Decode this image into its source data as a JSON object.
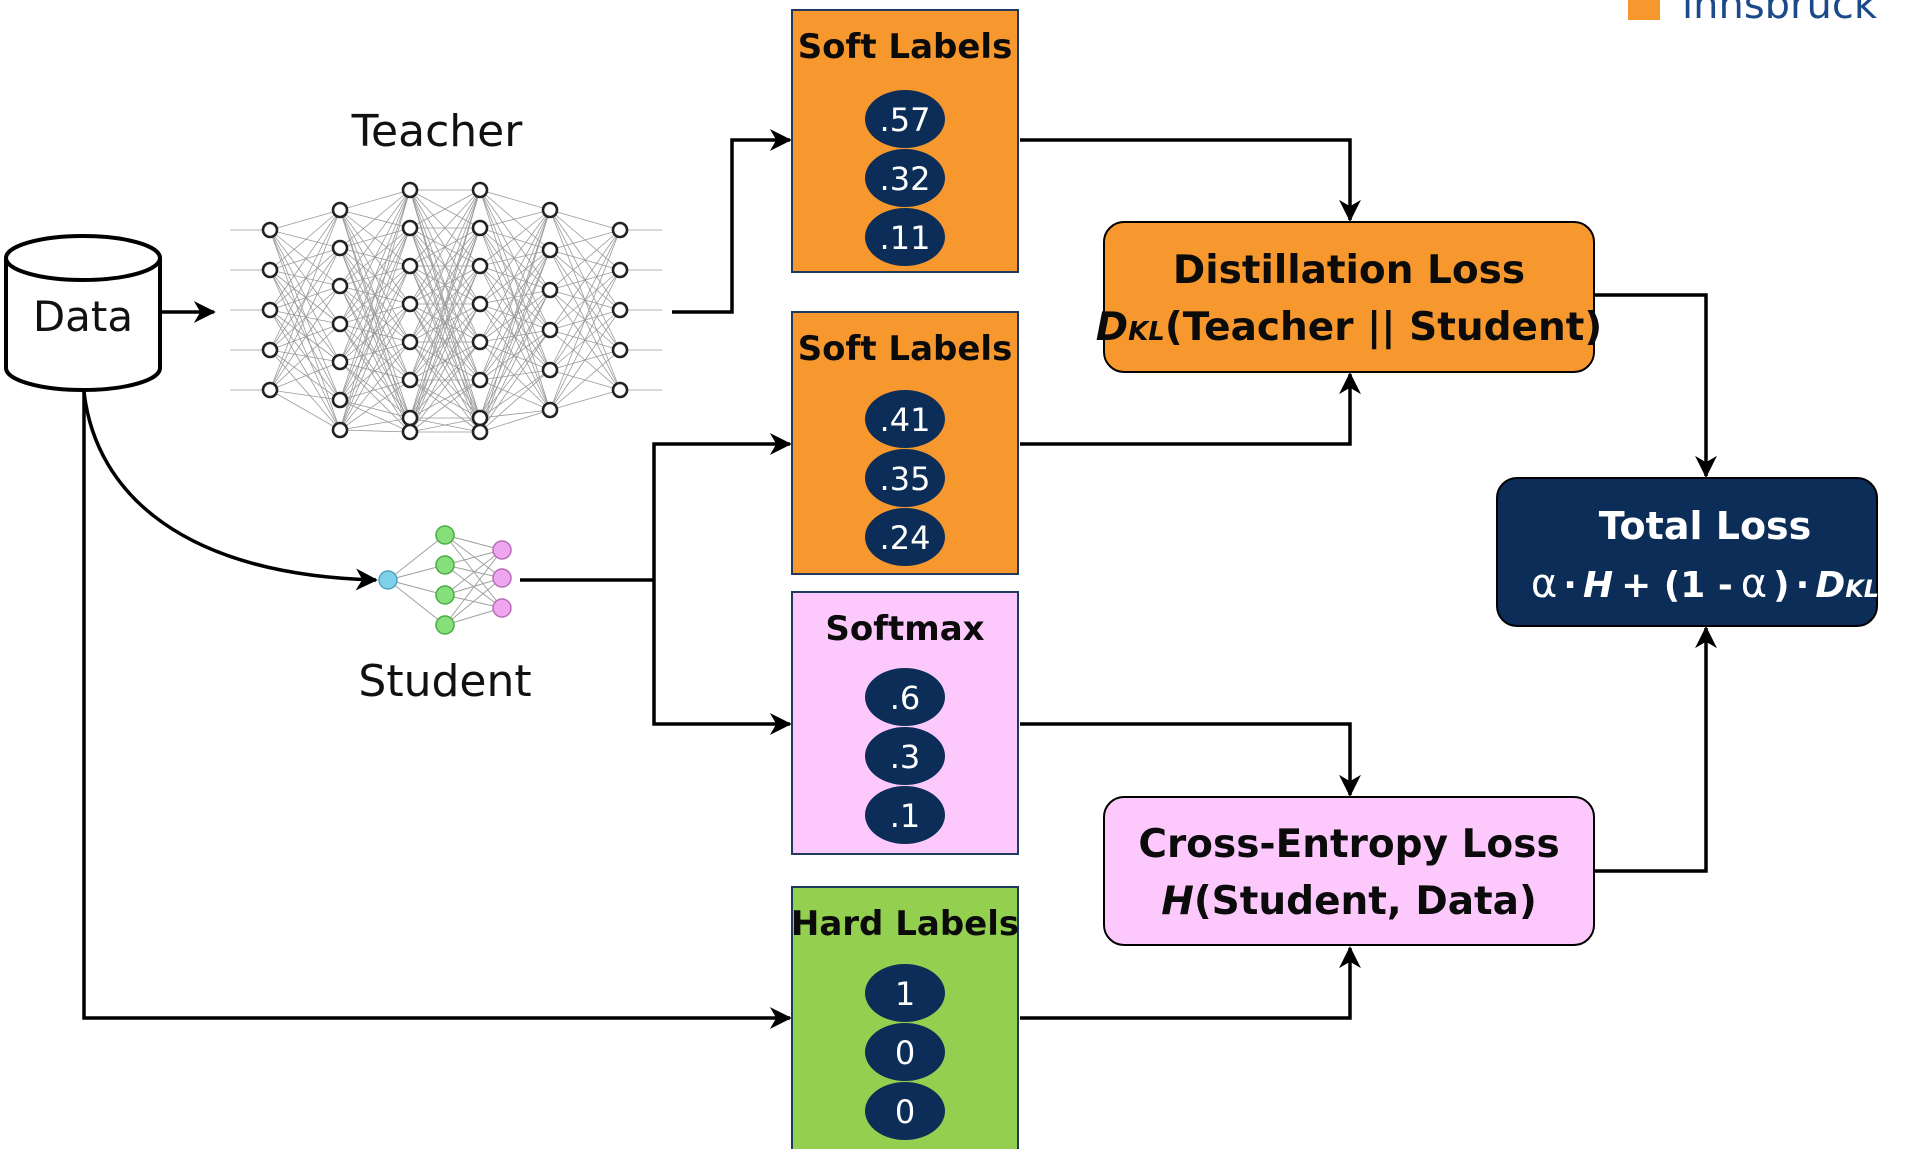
{
  "colors": {
    "orange": "#f7982f",
    "pink": "#fdc9fd",
    "green": "#93d050",
    "navy": "#0b2d57",
    "line": "#000000",
    "logo_orange": "#f7982f",
    "logo_blue": "#1b4a8a"
  },
  "logo": {
    "text": "innsbruck"
  },
  "data_node": {
    "label": "Data"
  },
  "teacher": {
    "label": "Teacher"
  },
  "student": {
    "label": "Student"
  },
  "teacher_soft_labels": {
    "title": "Soft Labels",
    "values": [
      ".57",
      ".32",
      ".11"
    ]
  },
  "student_soft_labels": {
    "title": "Soft Labels",
    "values": [
      ".41",
      ".35",
      ".24"
    ]
  },
  "softmax": {
    "title": "Softmax",
    "values": [
      ".6",
      ".3",
      ".1"
    ]
  },
  "hard_labels": {
    "title": "Hard Labels",
    "values": [
      "1",
      "0",
      "0"
    ]
  },
  "distillation_loss": {
    "title": "Distillation Loss",
    "formula_symbol": "D",
    "formula_sub": "KL",
    "formula_rest": "(Teacher || Student)"
  },
  "cross_entropy_loss": {
    "title": "Cross-Entropy Loss",
    "formula_symbol": "H",
    "formula_rest": "(Student, Data)"
  },
  "total_loss": {
    "title": "Total Loss",
    "alpha": "α",
    "dot": "·",
    "h": "H",
    "plus_open": "+ (1 -",
    "close": ")",
    "d": "D",
    "sub": "KL"
  }
}
